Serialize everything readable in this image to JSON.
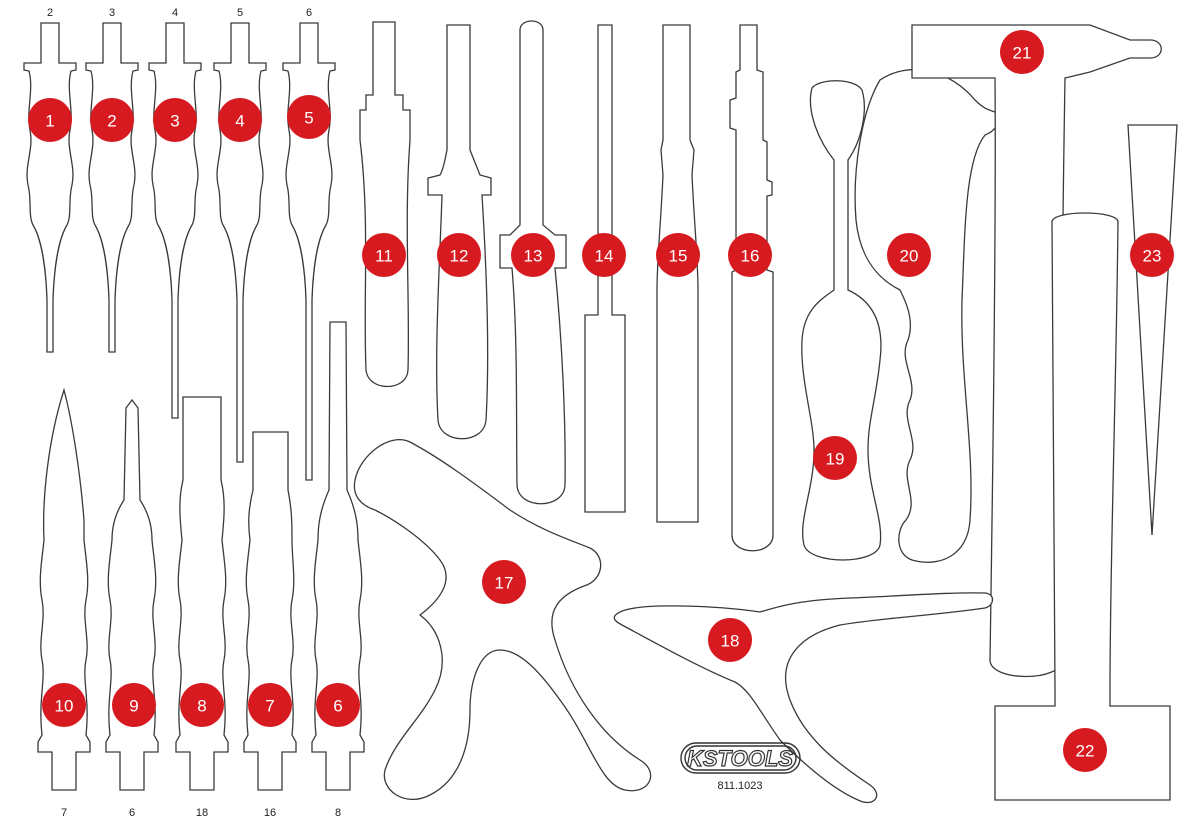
{
  "title": "Tool foam insert layout",
  "top_size_labels": [
    "2",
    "3",
    "4",
    "5",
    "6"
  ],
  "bottom_size_labels": [
    "7",
    "6",
    "18",
    "16",
    "8"
  ],
  "badges": [
    "1",
    "2",
    "3",
    "4",
    "5",
    "6",
    "7",
    "8",
    "9",
    "10",
    "11",
    "12",
    "13",
    "14",
    "15",
    "16",
    "17",
    "18",
    "19",
    "20",
    "21",
    "22",
    "23"
  ],
  "logo": {
    "brand": "KSTOOLS",
    "part_number": "811.1023"
  },
  "colors": {
    "badge": "#d71920",
    "outline": "#3a3a3a"
  }
}
